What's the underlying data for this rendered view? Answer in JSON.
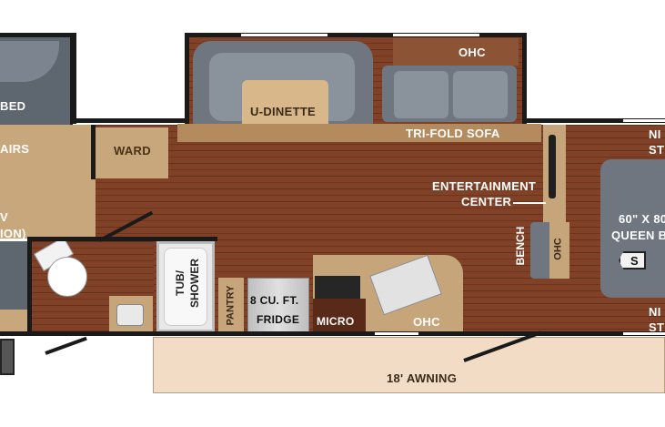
{
  "labels": {
    "bed_left": "BED",
    "stairs_left": "AIRS",
    "tv_left": "V",
    "tv_option": "ION)",
    "ward": "WARD",
    "u_dinette": "U-DINETTE",
    "ohc_top": "OHC",
    "tri_fold_sofa": "TRI-FOLD SOFA",
    "entertainment_1": "ENTERTAINMENT",
    "entertainment_2": "CENTER",
    "bench": "BENCH",
    "ohc_bench": "OHC",
    "queen_bed_1": "60\" X 80\"",
    "queen_bed_2": "QUEEN BED",
    "night_stand_top_1": "NI",
    "night_stand_top_2": "ST",
    "night_stand_bot_1": "NI",
    "night_stand_bot_2": "ST",
    "tub_1": "TUB/",
    "tub_2": "SHOWER",
    "pantry": "PANTRY",
    "fridge_1": "8 CU. FT.",
    "fridge_2": "FRIDGE",
    "micro": "MICRO",
    "ohc_kitchen": "OHC",
    "awning": "18' AWNING",
    "s_badge": "S"
  },
  "colors": {
    "floor": "#7a3a1f",
    "wall": "#1a1a1a",
    "cabinet": "#c9a77c",
    "upholstery": "#6f7680",
    "awning": "#f3dcc5"
  }
}
